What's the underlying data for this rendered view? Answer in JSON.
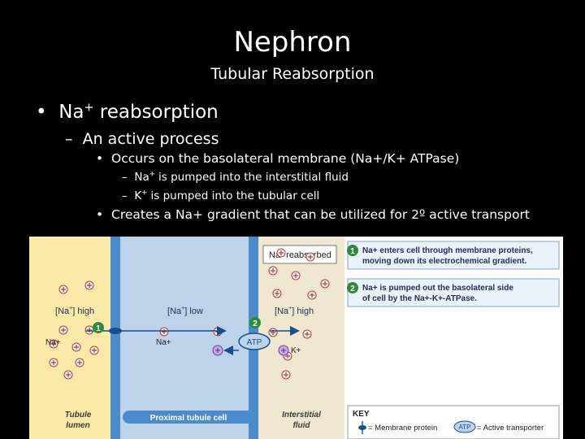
{
  "slide": {
    "title": "Nephron",
    "subtitle": "Tubular Reabsorption",
    "bullets": {
      "l1_bullet": "•",
      "l1_pre": "Na",
      "l1_sup": "+",
      "l1_post": " reabsorption",
      "l2_dash": "–",
      "l2": "An active process",
      "l3a_bullet": "•",
      "l3a": "Occurs on the basolateral membrane (Na+/K+ ATPase)",
      "l4a_dash": "–",
      "l4a_pre": "Na",
      "l4a_sup": "+",
      "l4a_post": " is pumped into the interstitial fluid",
      "l4b_dash": "–",
      "l4b_pre": "K",
      "l4b_sup": "+",
      "l4b_post": " is pumped into the tubular cell",
      "l3b_bullet": "•",
      "l3b": "Creates a Na+ gradient that can be utilized for 2º active transport"
    }
  },
  "diagram": {
    "na_label": "Na",
    "na_sup": "+",
    "reabsorbed_label": "reabsorbed",
    "high_label": "high",
    "low_label": "low",
    "na_plus": "Na+",
    "k_plus": "K+",
    "atp": "ATP",
    "step1_num": "1",
    "step2_num": "2",
    "step1_line1": "Na+ enters cell through membrane proteins,",
    "step1_line2": "moving down its electrochemical gradient.",
    "step2_line1": "Na+ is pumped out the basolateral side",
    "step2_line2": "of cell by the Na+-K+-ATPase.",
    "tubule_l1": "Tubule",
    "tubule_l2": "lumen",
    "proximal": "Proximal tubule cell",
    "interstitial_l1": "Interstitial",
    "interstitial_l2": "fluid",
    "key_title": "KEY",
    "key_membrane": "= Membrane protein",
    "key_active": "= Active transporter"
  }
}
